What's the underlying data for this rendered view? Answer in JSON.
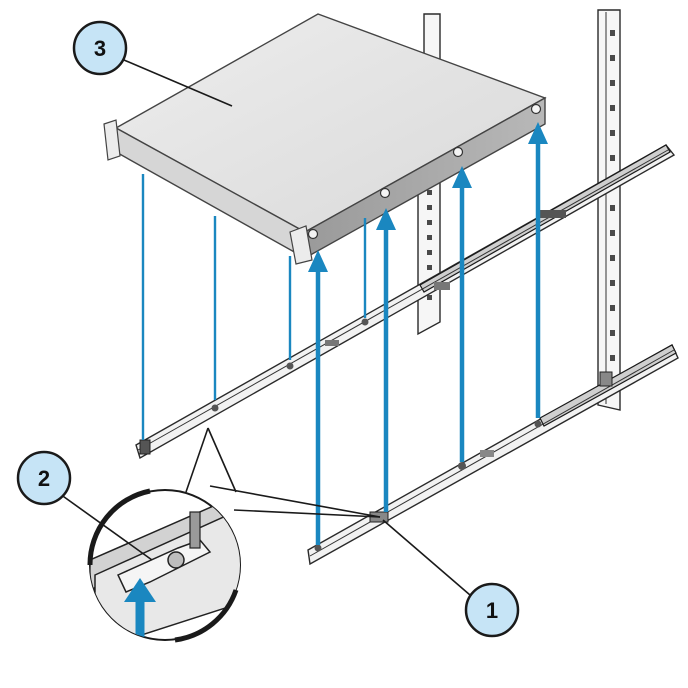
{
  "callouts": [
    {
      "id": "1",
      "label": "1"
    },
    {
      "id": "2",
      "label": "2"
    },
    {
      "id": "3",
      "label": "3"
    }
  ],
  "colors": {
    "callout_fill": "#c6e4f6",
    "arrow": "#1a87c0",
    "server_top": "#e4e4e4",
    "server_front": "#d8d8d8",
    "server_side": "#a8a8a8"
  }
}
